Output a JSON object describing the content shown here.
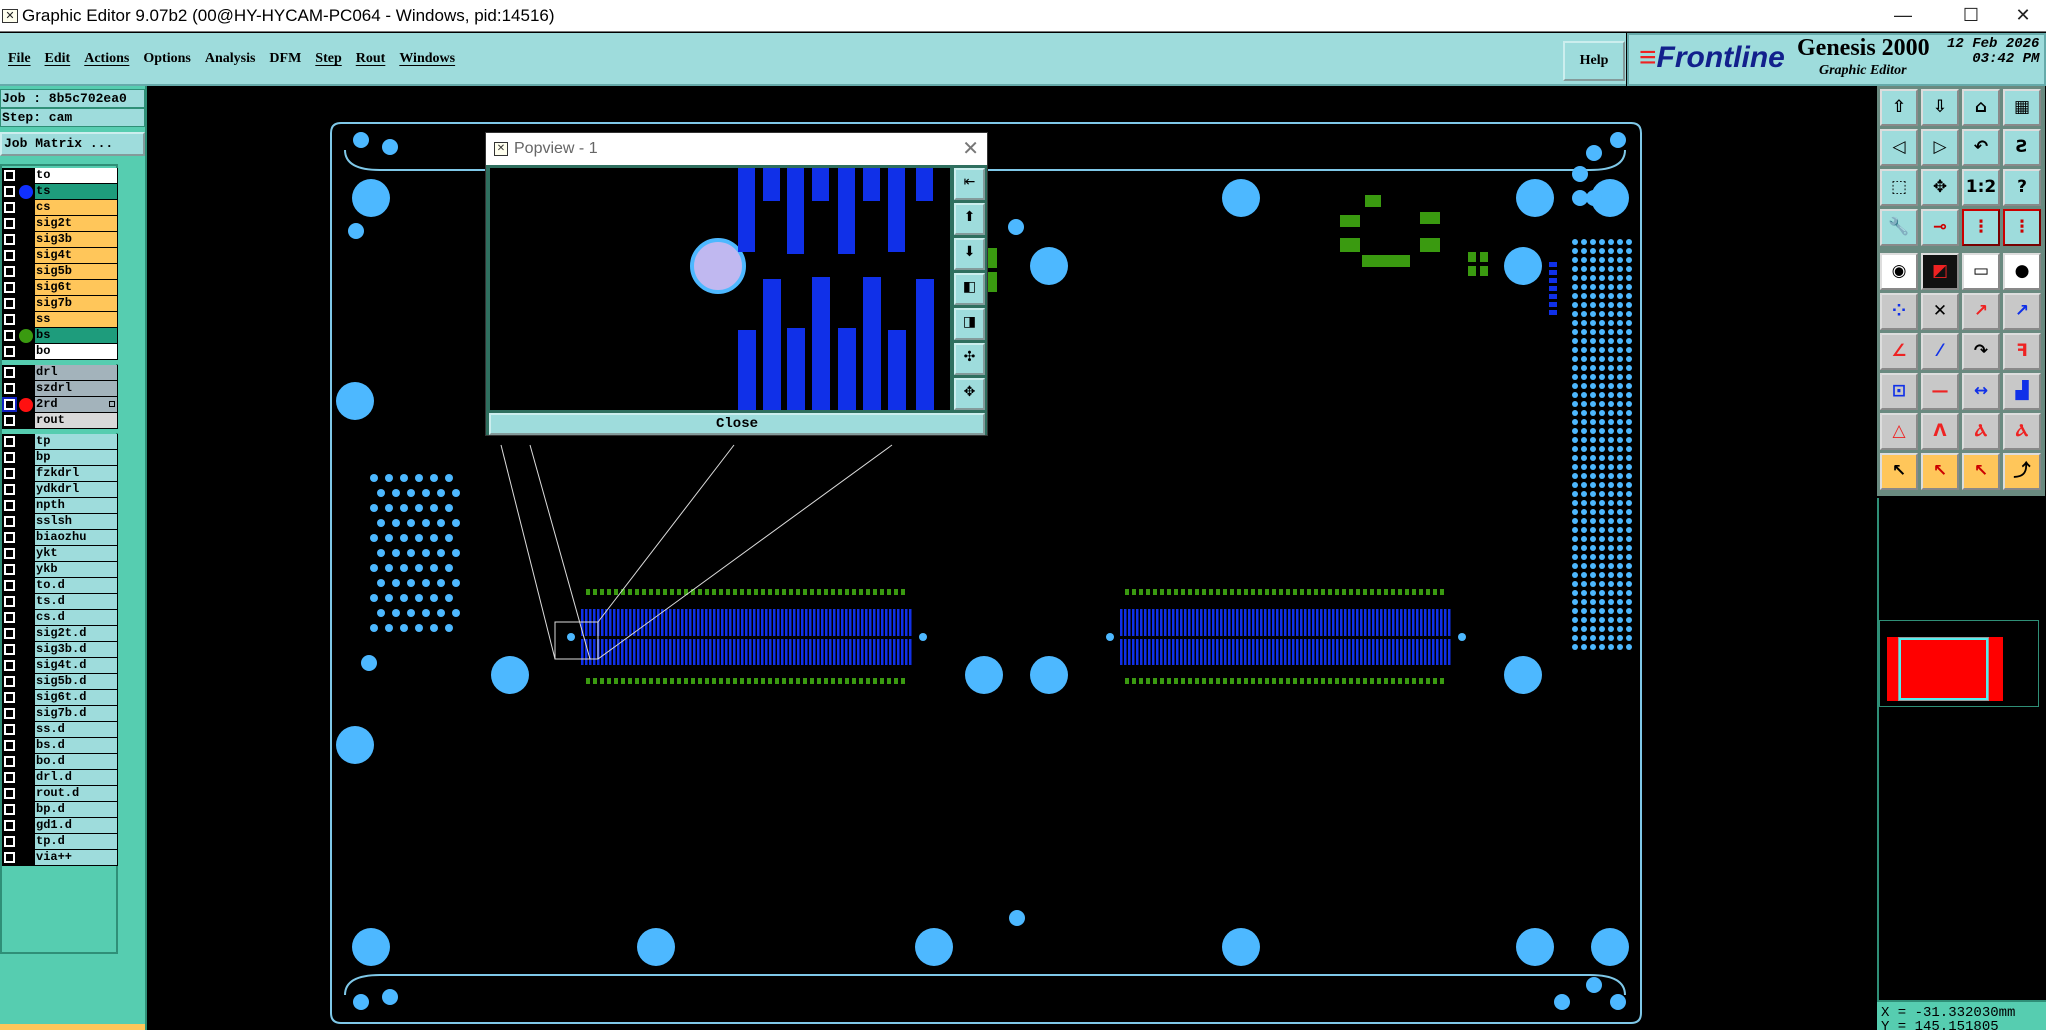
{
  "window": {
    "title": "Graphic Editor 9.07b2 (00@HY-HYCAM-PC064 - Windows, pid:14516)",
    "minimize": "—",
    "maximize": "☐",
    "close": "✕"
  },
  "menu": {
    "items": [
      "File",
      "Edit",
      "Actions",
      "Options",
      "Analysis",
      "DFM",
      "Step",
      "Rout",
      "Windows"
    ],
    "help": "Help"
  },
  "brand": {
    "logo": "Frontline",
    "product": "Genesis 2000",
    "subtitle": "Graphic Editor",
    "date": "12 Feb 2026",
    "time": "03:42 PM"
  },
  "job": {
    "job_line": "Job : 8b5c702ea0",
    "step_line": "Step: cam",
    "matrix_button": "Job Matrix ..."
  },
  "layers": [
    {
      "name": "to",
      "color": "#ffffff",
      "group": 0
    },
    {
      "name": "ts",
      "color": "#1e9c7c",
      "dot": "#1030ff",
      "group": 0
    },
    {
      "name": "cs",
      "color": "#ffc65a",
      "group": 0
    },
    {
      "name": "sig2t",
      "color": "#ffc65a",
      "group": 0
    },
    {
      "name": "sig3b",
      "color": "#ffc65a",
      "group": 0
    },
    {
      "name": "sig4t",
      "color": "#ffc65a",
      "group": 0
    },
    {
      "name": "sig5b",
      "color": "#ffc65a",
      "group": 0
    },
    {
      "name": "sig6t",
      "color": "#ffc65a",
      "group": 0
    },
    {
      "name": "sig7b",
      "color": "#ffc65a",
      "group": 0
    },
    {
      "name": "ss",
      "color": "#ffc65a",
      "group": 0
    },
    {
      "name": "bs",
      "color": "#1e9c7c",
      "dot": "#3a9a10",
      "group": 0
    },
    {
      "name": "bo",
      "color": "#ffffff",
      "group": 0
    },
    {
      "name": "drl",
      "color": "#a3b3bb",
      "group": 1
    },
    {
      "name": "szdrl",
      "color": "#a3b3bb",
      "group": 1
    },
    {
      "name": "2rd",
      "color": "#a3b3bb",
      "dot": "#ff1010",
      "group": 1,
      "selected": true,
      "marker": true
    },
    {
      "name": "rout",
      "color": "#d9d9d9",
      "group": 1
    },
    {
      "name": "tp",
      "color": "#9edcdc",
      "group": 2
    },
    {
      "name": "bp",
      "color": "#9edcdc",
      "group": 2
    },
    {
      "name": "fzkdrl",
      "color": "#9edcdc",
      "group": 2
    },
    {
      "name": "ydkdrl",
      "color": "#9edcdc",
      "group": 2
    },
    {
      "name": "npth",
      "color": "#9edcdc",
      "group": 2
    },
    {
      "name": "sslsh",
      "color": "#9edcdc",
      "group": 2
    },
    {
      "name": "biaozhu",
      "color": "#9edcdc",
      "group": 2
    },
    {
      "name": "ykt",
      "color": "#9edcdc",
      "group": 2
    },
    {
      "name": "ykb",
      "color": "#9edcdc",
      "group": 2
    },
    {
      "name": "to.d",
      "color": "#9edcdc",
      "group": 2
    },
    {
      "name": "ts.d",
      "color": "#9edcdc",
      "group": 2
    },
    {
      "name": "cs.d",
      "color": "#9edcdc",
      "group": 2
    },
    {
      "name": "sig2t.d",
      "color": "#9edcdc",
      "group": 2
    },
    {
      "name": "sig3b.d",
      "color": "#9edcdc",
      "group": 2
    },
    {
      "name": "sig4t.d",
      "color": "#9edcdc",
      "group": 2
    },
    {
      "name": "sig5b.d",
      "color": "#9edcdc",
      "group": 2
    },
    {
      "name": "sig6t.d",
      "color": "#9edcdc",
      "group": 2
    },
    {
      "name": "sig7b.d",
      "color": "#9edcdc",
      "group": 2
    },
    {
      "name": "ss.d",
      "color": "#9edcdc",
      "group": 2
    },
    {
      "name": "bs.d",
      "color": "#9edcdc",
      "group": 2
    },
    {
      "name": "bo.d",
      "color": "#9edcdc",
      "group": 2
    },
    {
      "name": "drl.d",
      "color": "#9edcdc",
      "group": 2
    },
    {
      "name": "rout.d",
      "color": "#9edcdc",
      "group": 2
    },
    {
      "name": "bp.d",
      "color": "#9edcdc",
      "group": 2
    },
    {
      "name": "gd1.d",
      "color": "#9edcdc",
      "group": 2
    },
    {
      "name": "tp.d",
      "color": "#9edcdc",
      "group": 2
    },
    {
      "name": "via++",
      "color": "#9edcdc",
      "group": 2
    }
  ],
  "popview": {
    "title": "Popview - 1",
    "close_button": "Close",
    "close_x": "✕",
    "tools": [
      "zoom-back-icon",
      "zoom-in-icon",
      "zoom-out-icon",
      "pan-left-icon",
      "pan-right-icon",
      "zoom-home-icon",
      "pan-icon"
    ]
  },
  "toolbar": {
    "icons": [
      "zoom-in-icon",
      "zoom-out-icon",
      "home-icon",
      "grid-xy-icon",
      "pan-left-icon",
      "pan-right-icon",
      "undo-view-icon",
      "snap-icon",
      "fit-icon",
      "center-icon",
      "scale-1-2-icon",
      "query-icon",
      "settings-tools-icon",
      "measure-point-icon",
      "netlist-top-icon",
      "netlist-bottom-icon",
      "pad-select-icon",
      "fill-box-icon",
      "ruler-icon",
      "surface-icon",
      "connect-icon",
      "delete-point-icon",
      "move-point-icon",
      "move-pad-icon",
      "angle-line-icon",
      "line-dir-icon",
      "arc-icon",
      "mirror-icon",
      "copy-pad-icon",
      "line-icon",
      "dimension-icon",
      "contour-icon",
      "triangle-icon",
      "chevron-icon",
      "arch-icon",
      "arch-cut-icon",
      "select-icon",
      "select-box-icon",
      "select-poly-icon",
      "select-net-icon"
    ]
  },
  "coords": {
    "x": "X = -31.332030mm",
    "y": "Y = 145.151805"
  },
  "colors": {
    "panel": "#56cdb0",
    "menu": "#9edcdc",
    "hole": "#4db8ff",
    "copper": "#1030e8",
    "pad": "#3a9a10",
    "outline": "#7fc8e8"
  }
}
